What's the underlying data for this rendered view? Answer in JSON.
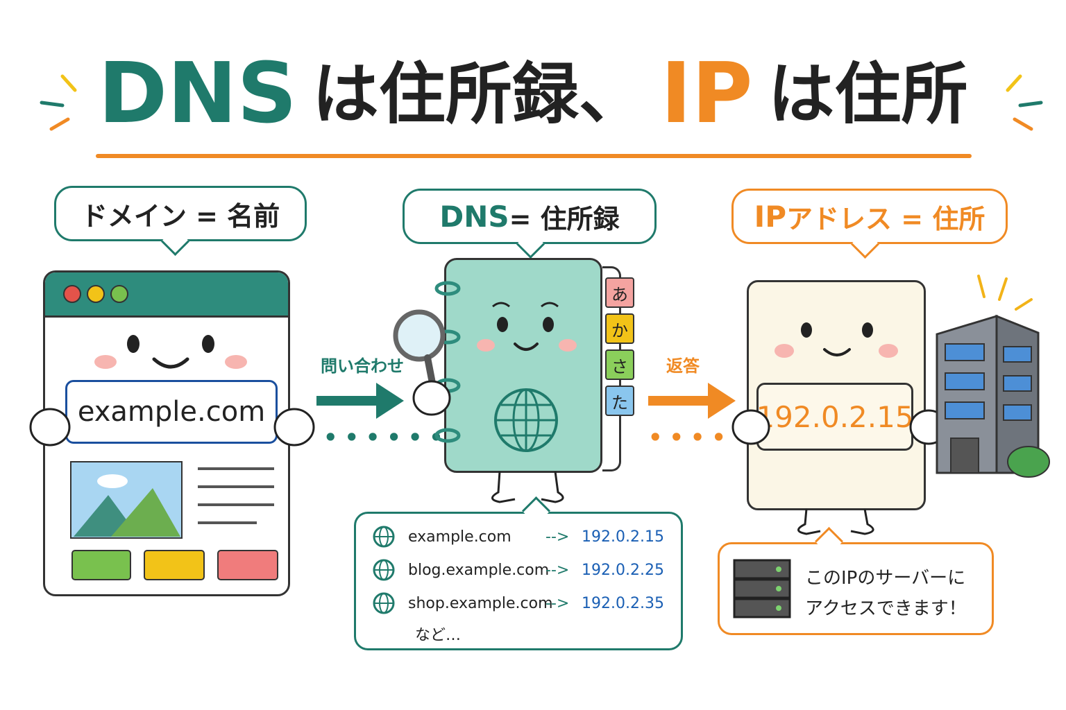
{
  "title": {
    "part1": "DNS",
    "part2": "は住所録、",
    "part3": "IP",
    "part4": "は住所"
  },
  "colors": {
    "teal": "#1f7a6b",
    "orange": "#f08a24",
    "blue": "#1a5fb4",
    "notebook": "#9fd9c9",
    "paper": "#fbf6e6"
  },
  "bubbles": {
    "domain": "ドメイン = 名前",
    "dns_head": "DNS",
    "dns_tail": " = 住所録",
    "ip_head": "IP",
    "ip_tail": "アドレス = 住所"
  },
  "browser": {
    "domain": "example.com"
  },
  "tabs": [
    "あ",
    "か",
    "さ",
    "た"
  ],
  "arrows": {
    "query": "問い合わせ",
    "answer": "返答"
  },
  "ip_card": {
    "ip": "192.0.2.15"
  },
  "dns_table": {
    "rows": [
      {
        "domain": "example.com",
        "arrow": "-->",
        "ip": "192.0.2.15"
      },
      {
        "domain": "blog.example.com",
        "arrow": "-->",
        "ip": "192.0.2.25"
      },
      {
        "domain": "shop.example.com",
        "arrow": "-->",
        "ip": "192.0.2.35"
      }
    ],
    "etc": "など…"
  },
  "server_note": {
    "line1": "このIPのサーバーに",
    "line2": "アクセスできます！"
  }
}
